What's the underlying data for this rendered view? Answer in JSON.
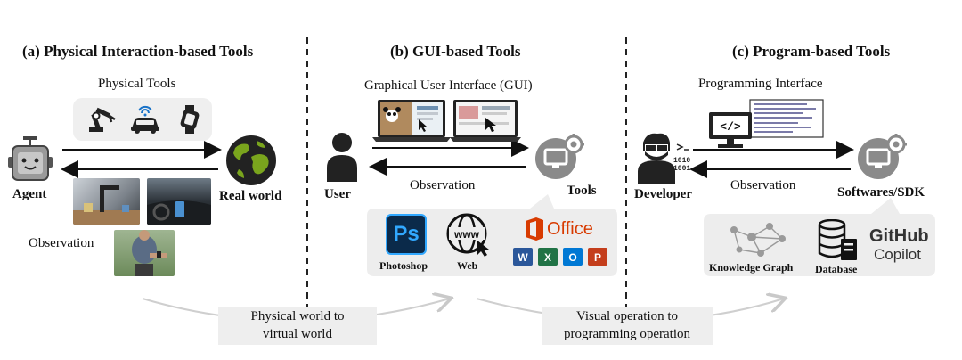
{
  "sections": {
    "a": {
      "title": "(a) Physical Interaction-based Tools",
      "tools_label": "Physical  Tools",
      "agent": "Agent",
      "world": "Real world",
      "observation": "Observation"
    },
    "b": {
      "title": "(b) GUI-based Tools",
      "gui_label": "Graphical User Interface (GUI)",
      "user": "User",
      "tools": "Tools",
      "observation": "Observation",
      "apps": {
        "photoshop": "Photoshop",
        "ps_mark": "Ps",
        "web": "Web",
        "www": "www",
        "office": "Office"
      }
    },
    "c": {
      "title": "(c) Program-based Tools",
      "prog_label": "Programming Interface",
      "developer": "Developer",
      "software": "Softwares/SDK",
      "observation": "Observation",
      "binary": [
        "1010",
        "1001"
      ],
      "code_mark": "</>",
      "apps": {
        "kg": "Knowledge Graph",
        "db": "Database",
        "github": "GitHub",
        "copilot": "Copilot"
      }
    }
  },
  "transitions": {
    "t1": {
      "line1": "Physical world to",
      "line2": "virtual world"
    },
    "t2": {
      "line1": "Visual operation to",
      "line2": "programming operation"
    }
  },
  "colors": {
    "ps_bg": "#0b2a4a",
    "ps_fg": "#31a8ff",
    "office_red": "#d83b01",
    "word": "#2b579a",
    "excel": "#217346",
    "outlook": "#0078d4",
    "ppt": "#c43e1c"
  }
}
